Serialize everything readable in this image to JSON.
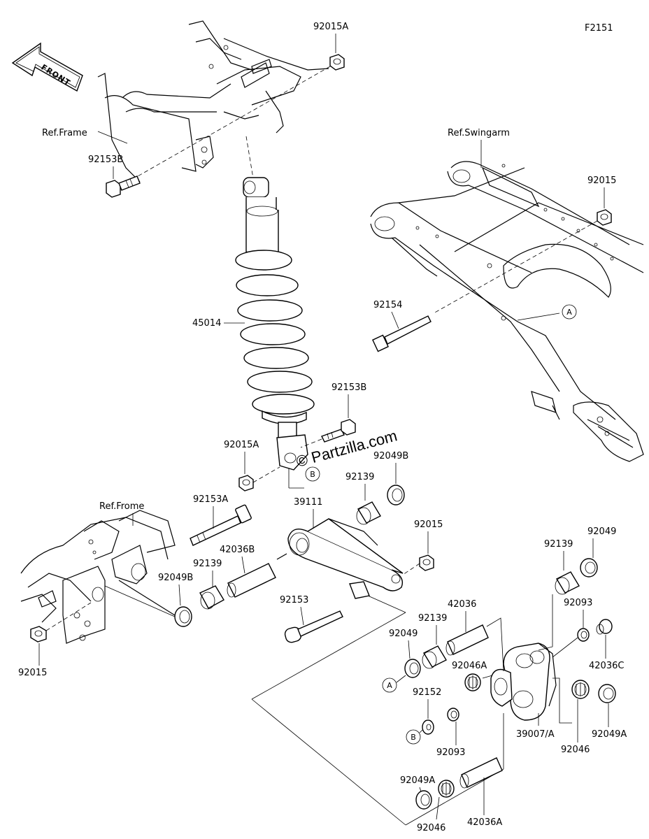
{
  "figure_id": "F2151",
  "front_label": "FRONT",
  "watermark": "© Partzilla.com",
  "references": {
    "frame_top": "Ref.Frame",
    "swingarm": "Ref.Swingarm",
    "frame_lower": "Ref.Frome"
  },
  "parts": {
    "p92015A_top": "92015A",
    "p92153B_top": "92153B",
    "p92015_swing": "92015",
    "p92154": "92154",
    "p45014": "45014",
    "p92153B_mid": "92153B",
    "p92015A_mid": "92015A",
    "p92049B_right": "92049B",
    "p92139_upper": "92139",
    "p39111": "39111",
    "p92153A": "92153A",
    "p42036B": "42036B",
    "p92015_mid": "92015",
    "p92139_left": "92139",
    "p92049B_left": "92049B",
    "p92015_left": "92015",
    "p92153": "92153",
    "p92049_right": "92049",
    "p92139_right": "92139",
    "p92093_right": "92093",
    "p42036": "42036",
    "p92139_lower": "92139",
    "p92049_lower": "92049",
    "p92046A": "92046A",
    "p42036C": "42036C",
    "p92152": "92152",
    "p92093_lower": "92093",
    "p39007A": "39007/A",
    "p92046_right": "92046",
    "p92049A_right": "92049A",
    "p92049A_lower": "92049A",
    "p92046_lower": "92046",
    "p42036A": "42036A"
  },
  "markers": {
    "A_swingarm": "A",
    "B_shock": "B",
    "A_rocker": "A",
    "B_rocker": "B"
  }
}
